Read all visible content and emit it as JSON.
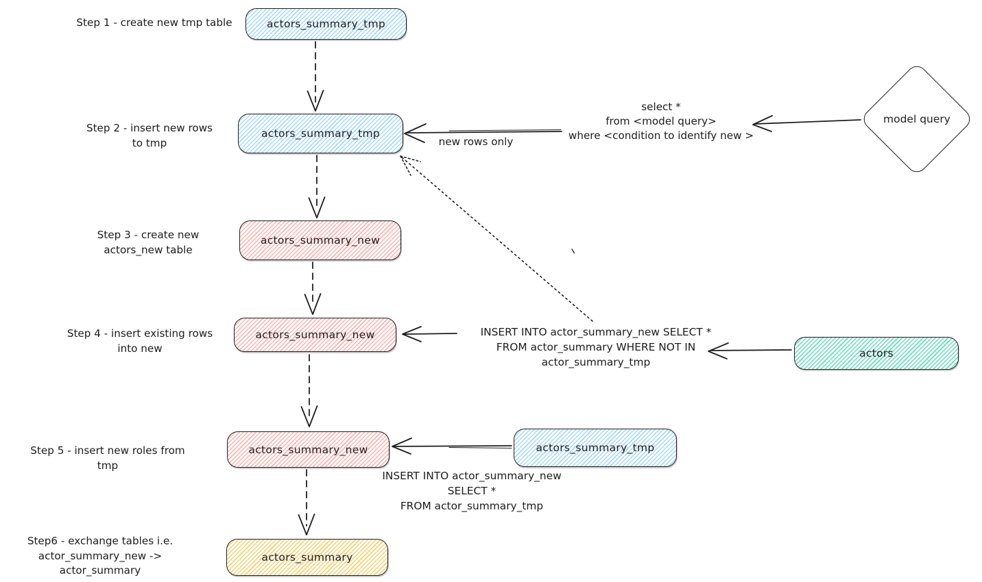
{
  "colors": {
    "stroke": "#1e1e1e",
    "blue": "#a5d8ff",
    "red": "#ffb1ad",
    "green": "#63dcb9",
    "yellow": "#f7cf6e"
  },
  "flow": {
    "step1": {
      "label": "Step 1 - create new tmp table",
      "node": "actors_summary_tmp"
    },
    "step2": {
      "label1": "Step 2 - insert new rows",
      "label2": "to tmp",
      "node": "actors_summary_tmp"
    },
    "step3": {
      "label1": "Step 3 - create new",
      "label2": "actors_new table",
      "node": "actors_summary_new"
    },
    "step4": {
      "label1": "Step 4 - insert existing rows",
      "label2": "into new",
      "node": "actors_summary_new"
    },
    "step5": {
      "label": "Step 5 - insert new roles from tmp",
      "node": "actors_summary_new"
    },
    "step6": {
      "label1": "Step6 - exchange tables i.e.",
      "label2": "actor_summary_new -> actor_summary",
      "node": "actors_summary"
    }
  },
  "nodes": {
    "model_query": "model query",
    "actors": "actors",
    "tmp_side": "actors_summary_tmp"
  },
  "annotations": {
    "new_rows_only": "new rows only",
    "select_line1": "select *",
    "select_line2": "from <model query>",
    "select_line3": "where <condition to identify new >",
    "insert_existing_line1": "INSERT INTO actor_summary_new SELECT *",
    "insert_existing_line2": "FROM actor_summary WHERE NOT IN",
    "insert_existing_line3": "actor_summary_tmp",
    "insert_new_line1": "INSERT INTO actor_summary_new",
    "insert_new_line2": "SELECT *",
    "insert_new_line3": "FROM actor_summary_tmp"
  }
}
